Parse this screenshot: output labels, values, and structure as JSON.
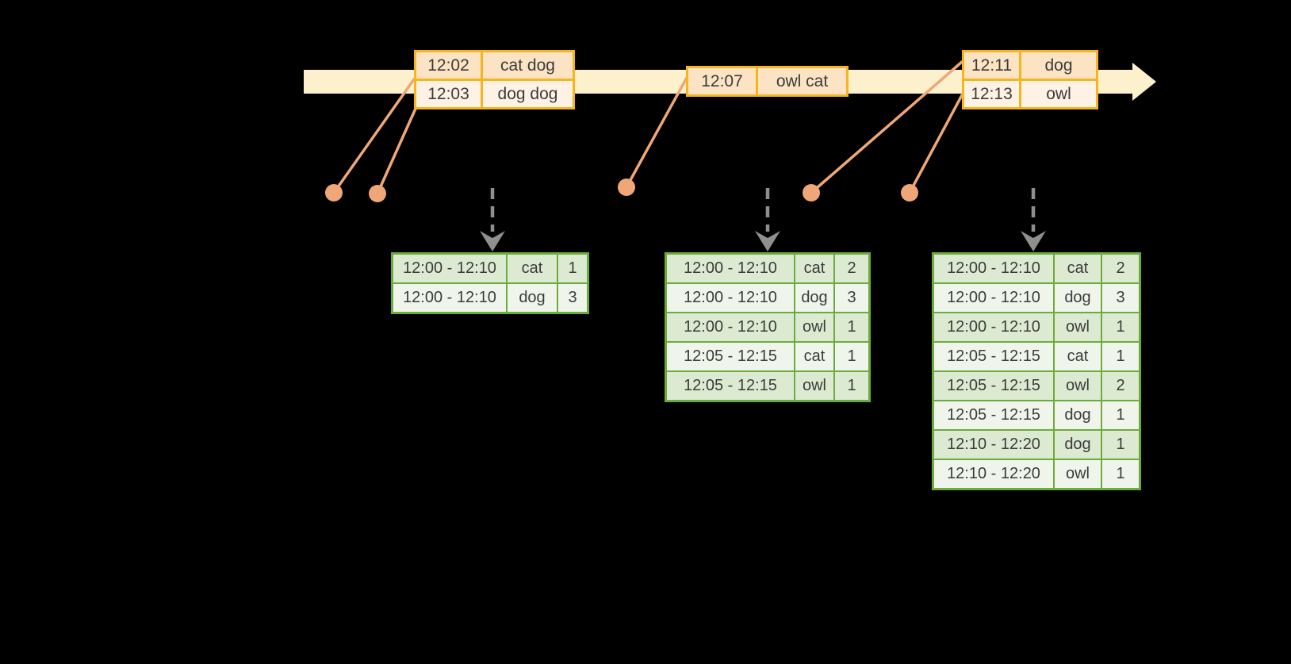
{
  "colors": {
    "background": "#000000",
    "timeline_band": "#FCF1CC",
    "event_table_border": "#F5B51E",
    "event_row_fill": "#FBE3C4",
    "event_row_fill_alt": "#FDF2E4",
    "connector_dot": "#F0A778",
    "trigger_arrow": "#8F8F8F",
    "result_table_border": "#6CAC3C",
    "result_row_fill": "#DCEAD1",
    "result_row_fill_alt": "#EFF5EB",
    "text": "#3C3C3C"
  },
  "event_batches": [
    {
      "rows": [
        {
          "time": "12:02",
          "words": "cat dog"
        },
        {
          "time": "12:03",
          "words": "dog dog"
        }
      ]
    },
    {
      "rows": [
        {
          "time": "12:07",
          "words": "owl cat"
        }
      ]
    },
    {
      "rows": [
        {
          "time": "12:11",
          "words": "dog"
        },
        {
          "time": "12:13",
          "words": "owl"
        }
      ]
    }
  ],
  "result_tables": [
    {
      "rows": [
        {
          "window": "12:00 - 12:10",
          "word": "cat",
          "count": "1"
        },
        {
          "window": "12:00 - 12:10",
          "word": "dog",
          "count": "3"
        }
      ]
    },
    {
      "rows": [
        {
          "window": "12:00 - 12:10",
          "word": "cat",
          "count": "2"
        },
        {
          "window": "12:00 - 12:10",
          "word": "dog",
          "count": "3"
        },
        {
          "window": "12:00 - 12:10",
          "word": "owl",
          "count": "1"
        },
        {
          "window": "12:05 - 12:15",
          "word": "cat",
          "count": "1"
        },
        {
          "window": "12:05 - 12:15",
          "word": "owl",
          "count": "1"
        }
      ]
    },
    {
      "rows": [
        {
          "window": "12:00 - 12:10",
          "word": "cat",
          "count": "2"
        },
        {
          "window": "12:00 - 12:10",
          "word": "dog",
          "count": "3"
        },
        {
          "window": "12:00 - 12:10",
          "word": "owl",
          "count": "1"
        },
        {
          "window": "12:05 - 12:15",
          "word": "cat",
          "count": "1"
        },
        {
          "window": "12:05 - 12:15",
          "word": "owl",
          "count": "2"
        },
        {
          "window": "12:05 - 12:15",
          "word": "dog",
          "count": "1"
        },
        {
          "window": "12:10 - 12:20",
          "word": "dog",
          "count": "1"
        },
        {
          "window": "12:10 - 12:20",
          "word": "owl",
          "count": "1"
        }
      ]
    }
  ]
}
